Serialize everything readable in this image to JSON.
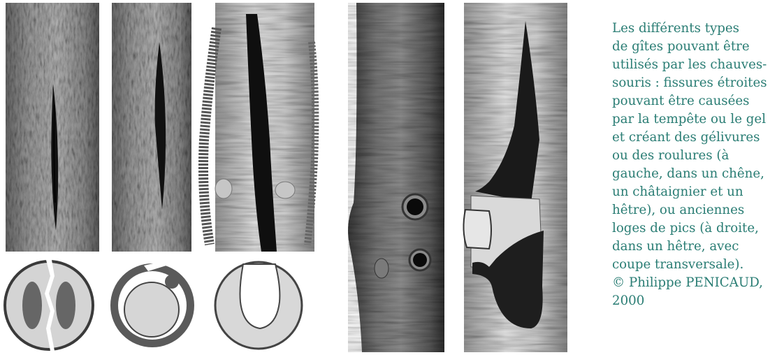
{
  "caption": {
    "lines": [
      "Les différents types",
      "de gîtes pouvant être",
      "utilisés par les chauves-",
      "souris : fissures étroites",
      "pouvant être causées",
      "par la tempête ou le gel",
      "et créant des gélivures",
      "ou des roulures (à",
      "gauche, dans un chêne,",
      "un châtaignier et un",
      "hêtre), ou anciennes",
      "loges de pics (à droite,",
      "dans un hêtre, avec",
      "coupe transversale).",
      "© Philippe PENICAUD,",
      "2000"
    ]
  },
  "colors": {
    "caption_text": "#2a7d74",
    "bark_dark": "#4a4a4a",
    "bark_light": "#cfcfcf",
    "wood_light": "#d8d8d8",
    "wood_dark": "#5c5c5c",
    "cavity": "#111111",
    "moss": "#5a5a5a"
  }
}
